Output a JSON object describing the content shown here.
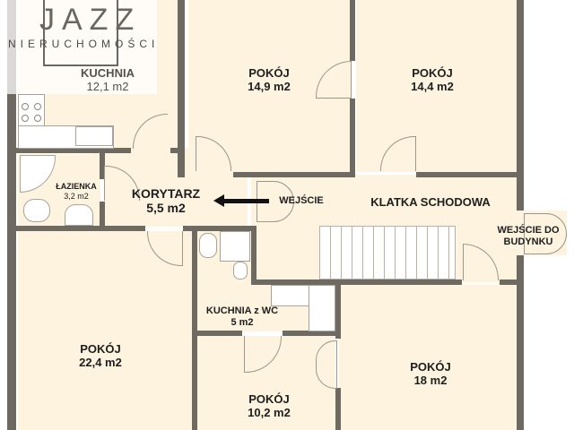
{
  "logo": {
    "brand": "JAZZ",
    "subtitle": "NIERUCHOMOŚCI"
  },
  "rooms": [
    {
      "id": "kitchen",
      "name": "KUCHNIA",
      "area": "12,1 m2"
    },
    {
      "id": "room-top-1",
      "name": "POKÓJ",
      "area": "14,9 m2"
    },
    {
      "id": "room-top-2",
      "name": "POKÓJ",
      "area": "14,4 m2"
    },
    {
      "id": "bathroom",
      "name": "ŁAZIENKA",
      "area": "3,2 m2"
    },
    {
      "id": "corridor",
      "name": "KORYTARZ",
      "area": "5,5 m2"
    },
    {
      "id": "staircase",
      "name": "KLATKA SCHODOWA",
      "area": ""
    },
    {
      "id": "kitchen-wc",
      "name": "KUCHNIA z WC",
      "area": "5 m2"
    },
    {
      "id": "room-bottom-left",
      "name": "POKÓJ",
      "area": "22,4 m2"
    },
    {
      "id": "room-bottom-mid",
      "name": "POKÓJ",
      "area": "10,2 m2"
    },
    {
      "id": "room-bottom-right",
      "name": "POKÓJ",
      "area": "18 m2"
    }
  ],
  "annotations": {
    "entrance": "WEJŚCIE",
    "building_entrance_line1": "WEJŚCIE DO",
    "building_entrance_line2": "BUDYNKU"
  },
  "colors": {
    "floor": "#fdf3df",
    "wall": "#6f6a61",
    "text": "#1e1e1e"
  }
}
